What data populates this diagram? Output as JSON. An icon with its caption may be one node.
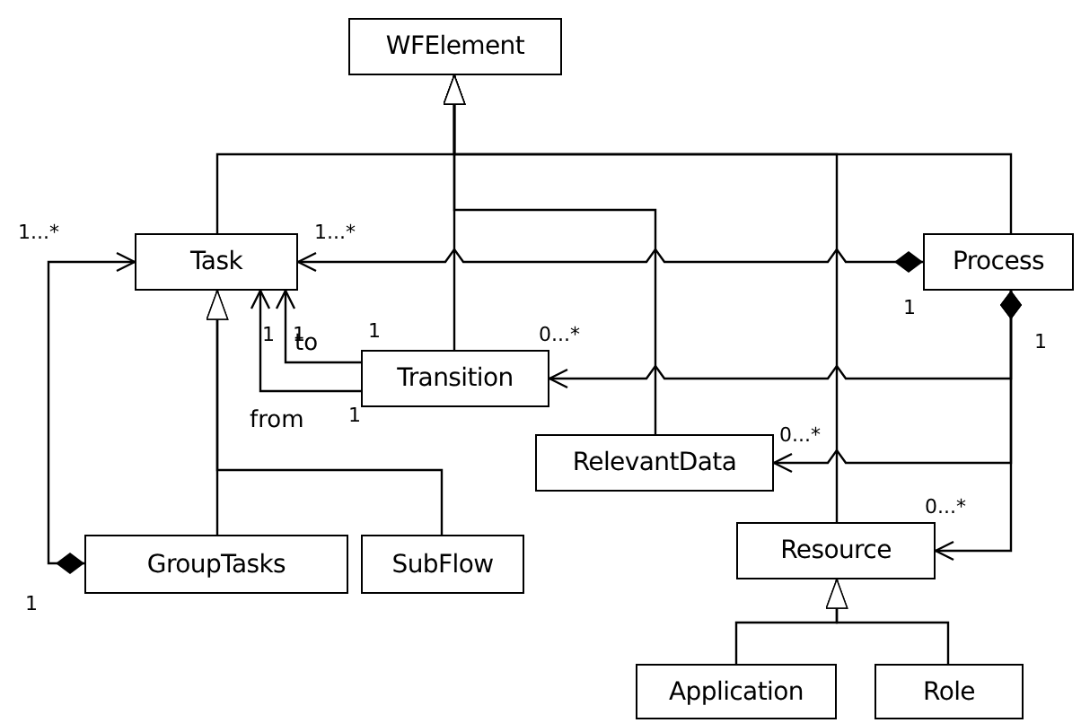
{
  "diagram": {
    "nodes": [
      {
        "text": [
          "WFElement"
        ]
      },
      {
        "text": [
          "Task"
        ]
      },
      {
        "text": [
          "Process"
        ]
      },
      {
        "text": [
          "Transition"
        ]
      },
      {
        "text": [
          "RelevantData"
        ]
      },
      {
        "text": [
          "GroupTasks"
        ]
      },
      {
        "text": [
          "SubFlow"
        ]
      },
      {
        "text": [
          "Resource"
        ]
      },
      {
        "text": [
          "Application"
        ]
      },
      {
        "text": [
          "Role"
        ]
      }
    ],
    "edges": [
      {
        "from": 1,
        "to": 0,
        "arrow": "to"
      },
      {
        "from": 2,
        "to": 0,
        "arrow": "to"
      },
      {
        "from": 3,
        "to": 0,
        "arrow": "to"
      },
      {
        "from": 4,
        "to": 0,
        "arrow": "to"
      },
      {
        "from": 7,
        "to": 0,
        "arrow": "to"
      },
      {
        "from": 2,
        "to": 1,
        "arrow": "to"
      },
      {
        "from": 2,
        "to": 3,
        "arrow": "to"
      },
      {
        "from": 2,
        "to": 4,
        "arrow": "to"
      },
      {
        "from": 2,
        "to": 7,
        "arrow": "to"
      },
      {
        "from": 5,
        "to": 1,
        "arrow": "to"
      },
      {
        "from": 3,
        "to": 1,
        "arrow": "to",
        "label": "to"
      },
      {
        "from": 3,
        "to": 1,
        "arrow": "to",
        "label": "from"
      },
      {
        "from": 5,
        "to": 1,
        "arrow": "to"
      },
      {
        "from": 6,
        "to": 1,
        "arrow": "to"
      },
      {
        "from": 8,
        "to": 7,
        "arrow": "to"
      },
      {
        "from": 9,
        "to": 7,
        "arrow": "to"
      }
    ],
    "labels": [
      "1...*",
      "1...*",
      "1",
      "1",
      "1",
      "1",
      "0...*",
      "1",
      "1",
      "0...*",
      "0...*",
      "1"
    ]
  }
}
